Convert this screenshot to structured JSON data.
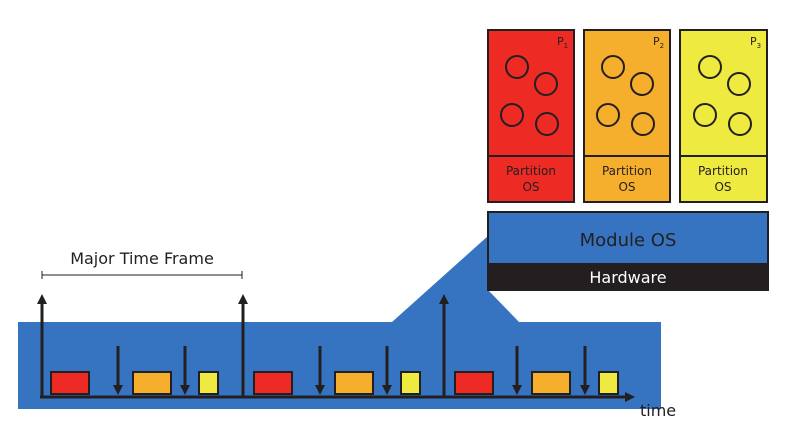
{
  "partitions": [
    {
      "id": "P",
      "sub": "1",
      "label_line1": "Partition",
      "label_line2": "OS",
      "color": "#ee2a24"
    },
    {
      "id": "P",
      "sub": "2",
      "label_line1": "Partition",
      "label_line2": "OS",
      "color": "#f6ae2d"
    },
    {
      "id": "P",
      "sub": "3",
      "label_line1": "Partition",
      "label_line2": "OS",
      "color": "#eeea40"
    }
  ],
  "module_os": {
    "label": "Module OS",
    "color": "#3674c1"
  },
  "hardware": {
    "label": "Hardware",
    "color": "#231f20"
  },
  "timeline": {
    "major_time_frame_label": "Major Time Frame",
    "time_label": "time",
    "band_color": "#3674c1"
  }
}
